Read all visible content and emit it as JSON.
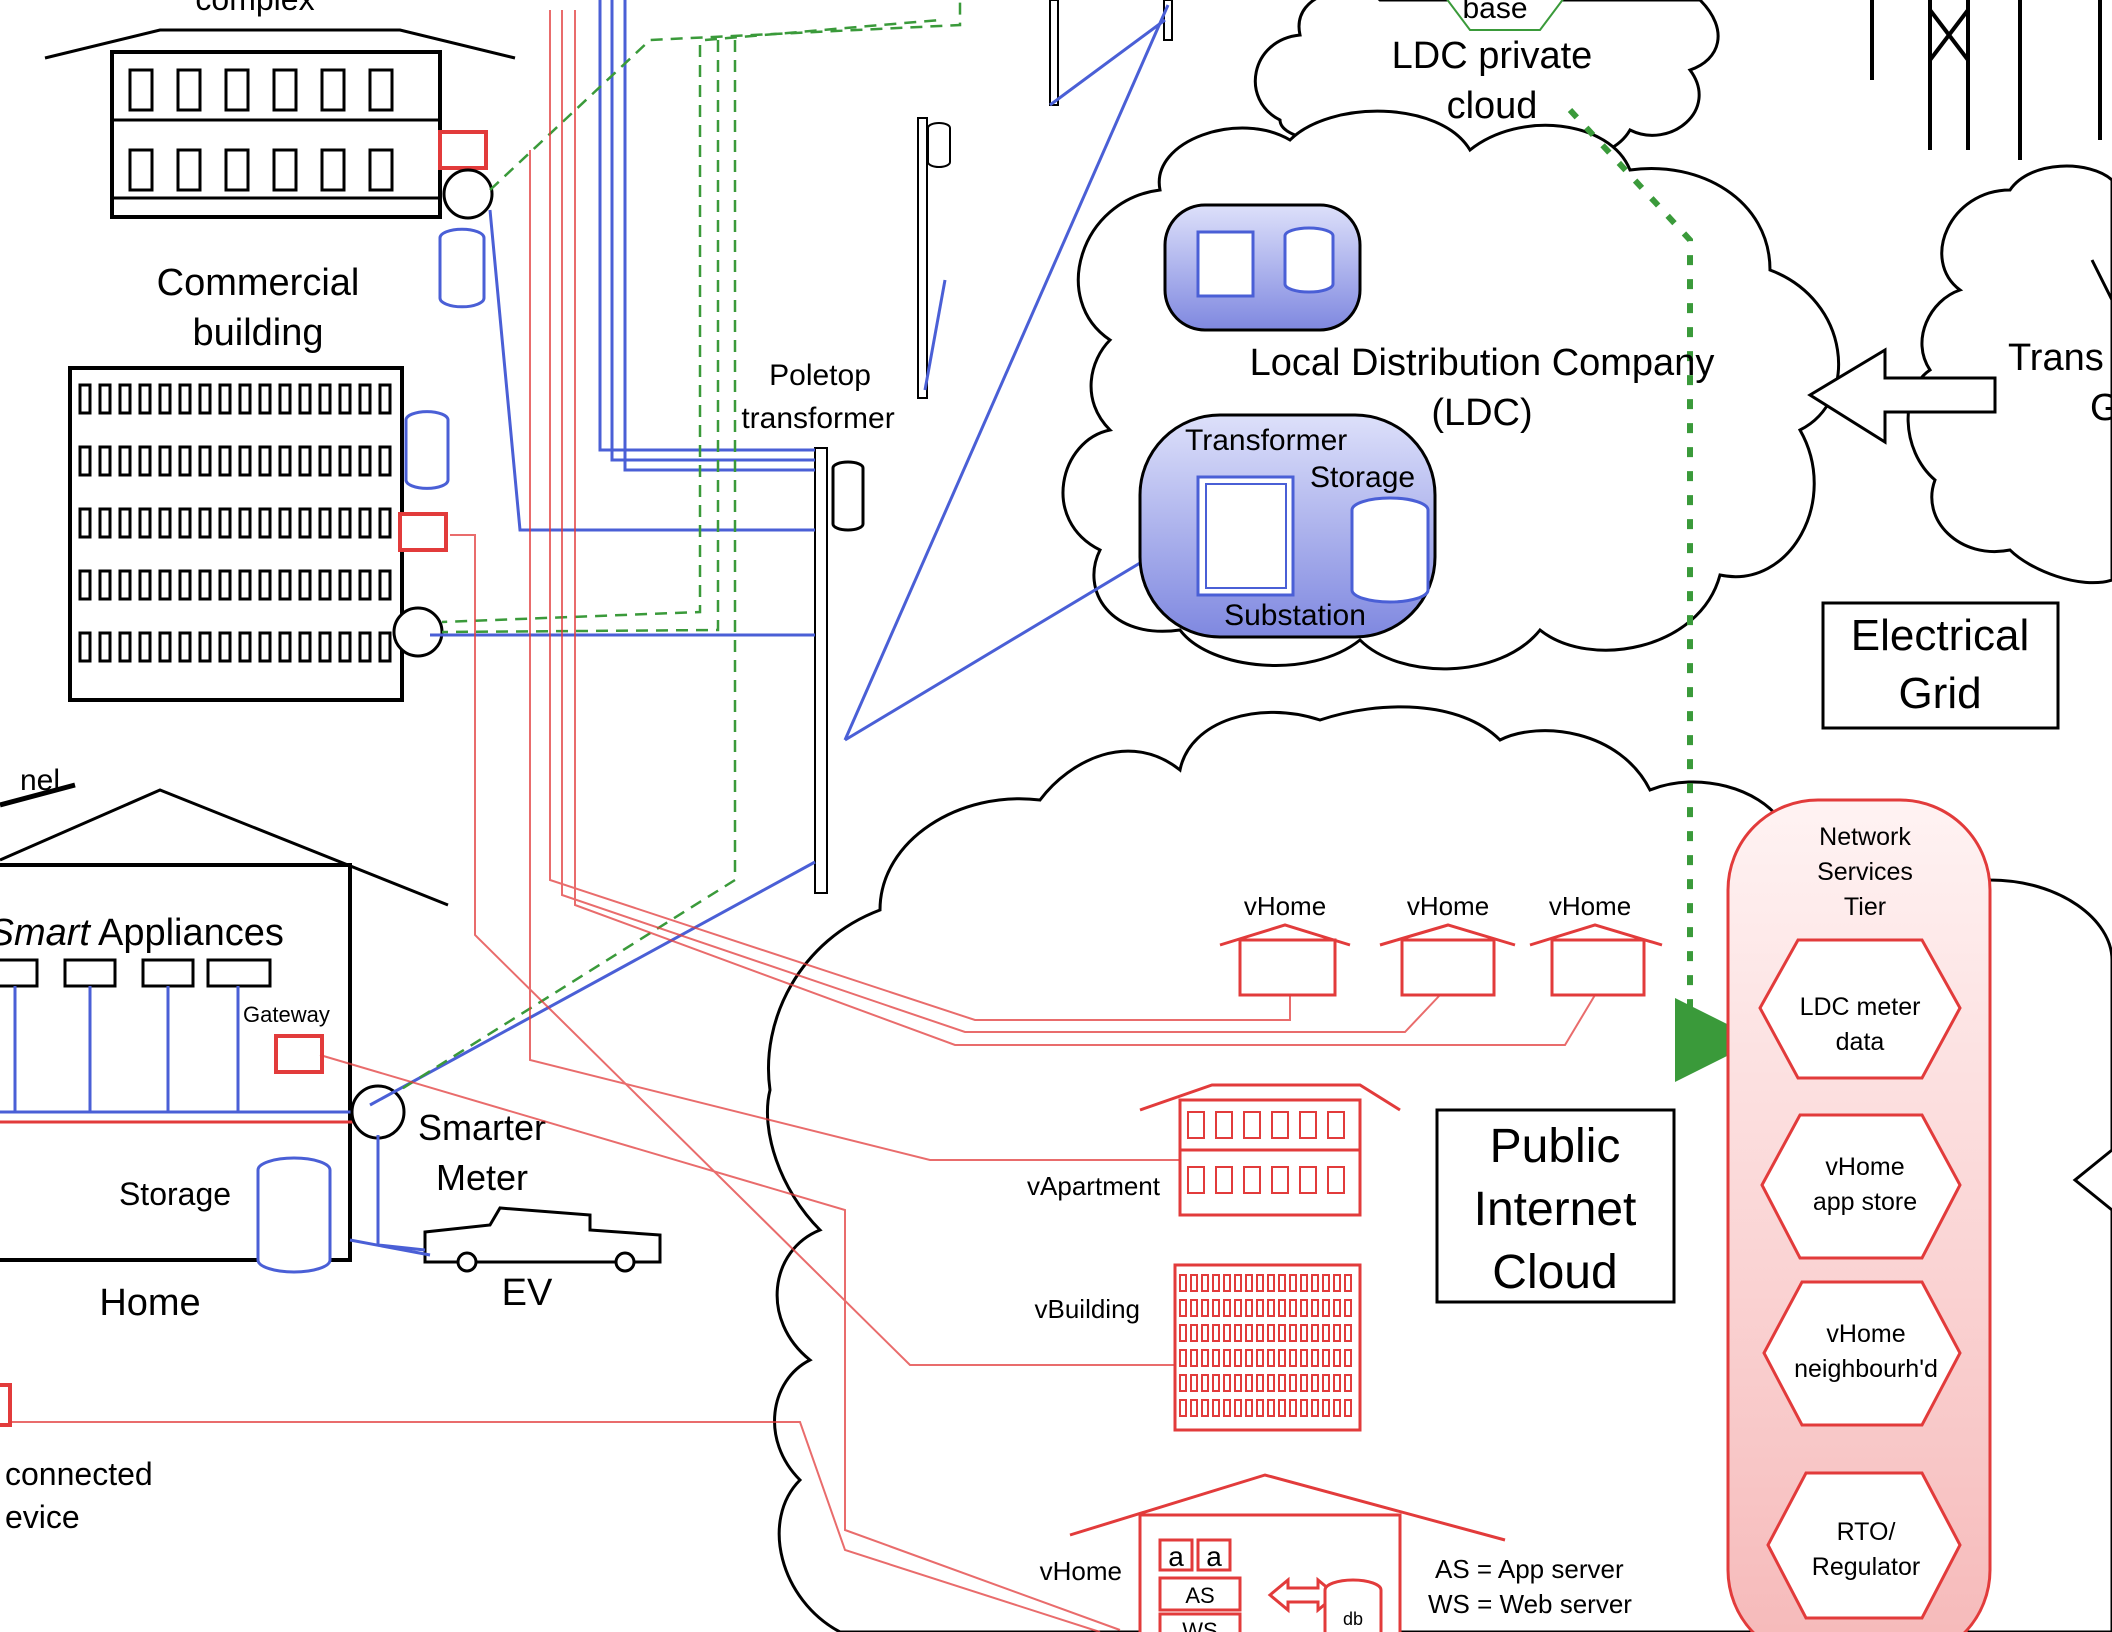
{
  "labels": {
    "apartment_complex": "complex",
    "commercial_building_line1": "Commercial",
    "commercial_building_line2": "building",
    "poletop_line1": "Poletop",
    "poletop_line2": "transformer",
    "panel": "nel",
    "smart_appliances_italic": "Smart",
    "smart_appliances_rest": "Appliances",
    "gateway": "Gateway",
    "storage_home": "Storage",
    "home": "Home",
    "smarter_meter_line1": "Smarter",
    "smarter_meter_line2": "Meter",
    "ev": "EV",
    "connected_device_line1": "connected",
    "connected_device_line2": "evice",
    "ldc_private_cloud_line1": "LDC private",
    "ldc_private_cloud_line2": "cloud",
    "base": "base",
    "ldc_line1": "Local Distribution Company",
    "ldc_line2": "(LDC)",
    "transformer": "Transformer",
    "storage_substation": "Storage",
    "substation": "Substation",
    "transmission_line1": "Trans",
    "transmission_line2": "G",
    "electrical_grid_line1": "Electrical",
    "electrical_grid_line2": "Grid",
    "public_cloud_line1": "Public",
    "public_cloud_line2": "Internet",
    "public_cloud_line3": "Cloud",
    "vhome_1": "vHome",
    "vhome_2": "vHome",
    "vhome_3": "vHome",
    "vapartment": "vApartment",
    "vbuilding": "vBuilding",
    "vhome_bottom": "vHome",
    "app_a1": "a",
    "app_a2": "a",
    "as_box": "AS",
    "ws_box": "WS",
    "db": "db",
    "legend_as": "AS = App server",
    "legend_ws": "WS = Web server",
    "nst_line1": "Network",
    "nst_line2": "Services",
    "nst_line3": "Tier",
    "svc_ldc_line1": "LDC meter",
    "svc_ldc_line2": "data",
    "svc_app_line1": "vHome",
    "svc_app_line2": "app store",
    "svc_neigh_line1": "vHome",
    "svc_neigh_line2": "neighbourh'd",
    "svc_rto_line1": "RTO/",
    "svc_rto_line2": "Regulator"
  },
  "colors": {
    "physical_line": "#4a5fd6",
    "virtual_red": "#e23b3b",
    "data_green": "#3a9a3a",
    "blue_fill": "#8f98e6",
    "pink_fill": "#fbd0d0"
  }
}
